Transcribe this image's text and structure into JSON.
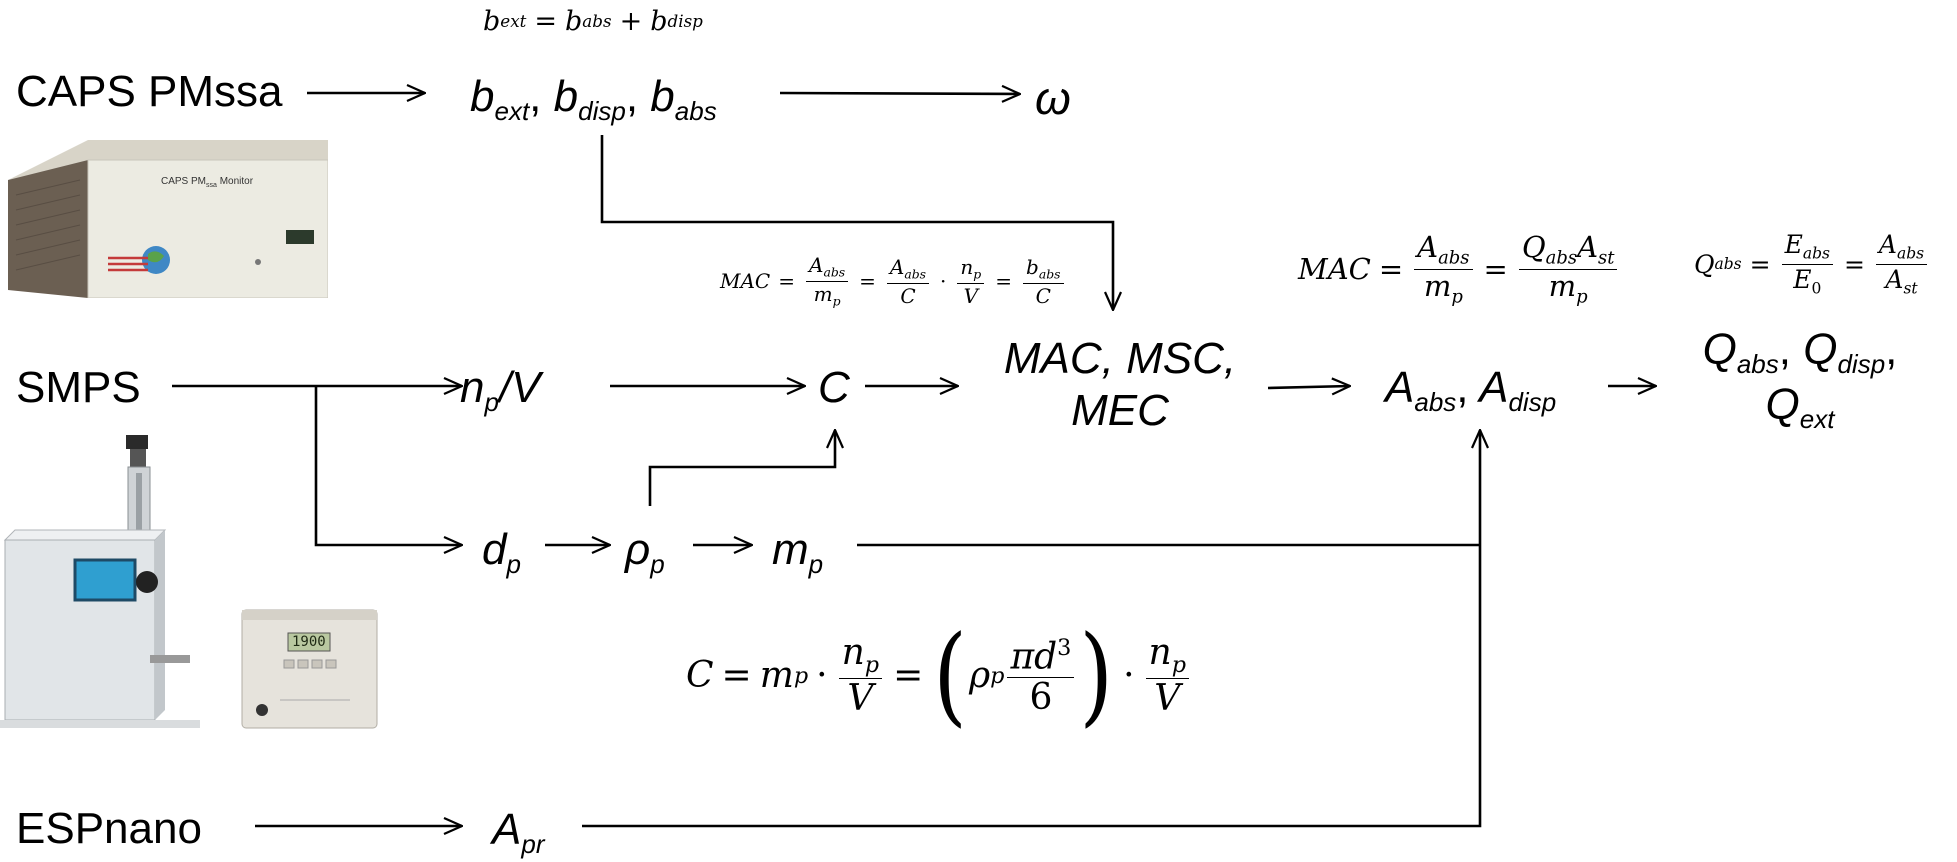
{
  "instruments": {
    "caps": "CAPS PMssa",
    "caps_panel": "CAPS PM",
    "caps_panel_sub": "ssa",
    "caps_panel_tail": " Monitor",
    "smps": "SMPS",
    "smps_display": "1900",
    "espnano": "ESPnano"
  },
  "variables": {
    "b_ext_b": "b",
    "b_ext_s": "ext",
    "b_disp_b": "b",
    "b_disp_s": "disp",
    "b_abs_b": "b",
    "b_abs_s": "abs",
    "omega": "ω",
    "np_b": "n",
    "np_s": "p",
    "np_tail": "/V",
    "C": "C",
    "mac_line1": "MAC, MSC,",
    "mac_line2": "MEC",
    "A_abs_b": "A",
    "A_abs_s": "abs",
    "A_disp_b": "A",
    "A_disp_s": "disp",
    "Q_abs_b": "Q",
    "Q_abs_s": "abs",
    "Q_disp_b": "Q",
    "Q_disp_s": "disp",
    "Q_ext_b": "Q",
    "Q_ext_s": "ext",
    "dp_b": "d",
    "dp_s": "p",
    "rho_b": "ρ",
    "rho_s": "p",
    "mp_b": "m",
    "mp_s": "p",
    "Apr_b": "A",
    "Apr_s": "pr",
    "comma": ","
  },
  "equations": {
    "eq_bext": {
      "lhs_b": "b",
      "lhs_s": "ext",
      "eq": "=",
      "t1_b": "b",
      "t1_s": "abs",
      "plus": "+",
      "t2_b": "b",
      "t2_s": "disp"
    },
    "eq_mac_small": {
      "lhs": "MAC",
      "eq": "=",
      "f1n_b": "A",
      "f1n_s": "abs",
      "f1d_b": "m",
      "f1d_s": "p",
      "f2n_b": "A",
      "f2n_s": "abs",
      "f2d": "C",
      "dot": "·",
      "f3n_b": "n",
      "f3n_s": "p",
      "f3d": "V",
      "f4n_b": "b",
      "f4n_s": "abs",
      "f4d": "C"
    },
    "eq_mac_large": {
      "lhs": "MAC",
      "eq": "=",
      "f1n_b": "A",
      "f1n_s": "abs",
      "f1d_b": "m",
      "f1d_s": "p",
      "f2n_b1": "Q",
      "f2n_s1": "abs",
      "f2n_b2": "A",
      "f2n_s2": "st",
      "f2d_b": "m",
      "f2d_s": "p"
    },
    "eq_qabs": {
      "lhs_b": "Q",
      "lhs_s": "abs",
      "eq": "=",
      "f1n_b": "E",
      "f1n_s": "abs",
      "f1d_b": "E",
      "f1d_s": "0",
      "f2n_b": "A",
      "f2n_s": "abs",
      "f2d_b": "A",
      "f2d_s": "st"
    },
    "eq_C": {
      "lhs": "C",
      "eq": "=",
      "m_b": "m",
      "m_s": "p",
      "dot": "·",
      "f1n_b": "n",
      "f1n_s": "p",
      "f1d": "V",
      "lp": "(",
      "rho_b": "ρ",
      "rho_s": "p",
      "f2n": "πd",
      "f2n_sup": "3",
      "f2d": "6",
      "rp": ")",
      "f3n_b": "n",
      "f3n_s": "p",
      "f3d": "V"
    }
  },
  "colors": {
    "line": "#000000",
    "caps_body": "#ecebe2",
    "caps_side": "#6b5f52",
    "smps_body": "#dfe3e6",
    "smps_screen": "#2f9fd0",
    "cpc_body": "#e6e3dc",
    "lcd": "#b9c8a0"
  }
}
